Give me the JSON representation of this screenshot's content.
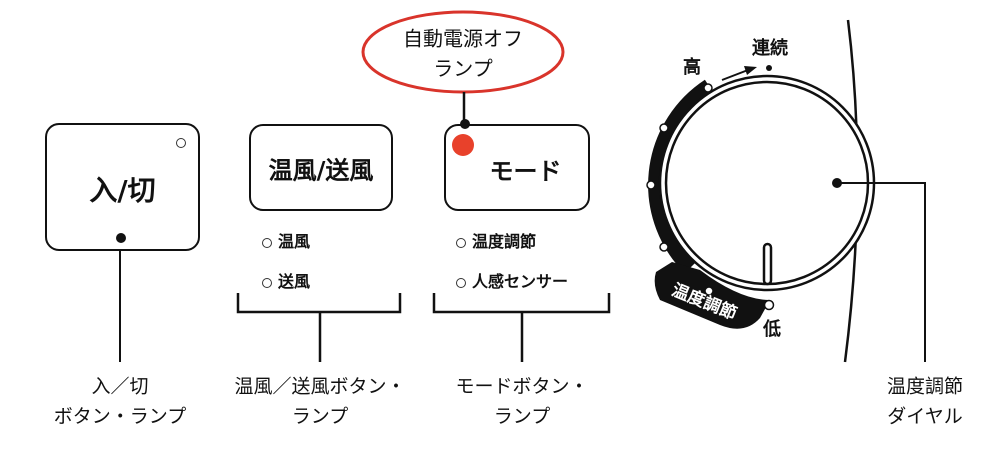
{
  "power": {
    "button_label": "入/切",
    "caption_line1": "入／切",
    "caption_line2": "ボタン・ランプ"
  },
  "airflow": {
    "button_label": "温風/送風",
    "options": [
      "温風",
      "送風"
    ],
    "caption_line1": "温風／送風ボタン・",
    "caption_line2": "ランプ"
  },
  "mode": {
    "button_label": "モード",
    "options": [
      "温度調節",
      "人感センサー"
    ],
    "caption_line1": "モードボタン・",
    "caption_line2": "ランプ",
    "callout_line1": "自動電源オフ",
    "callout_line2": "ランプ"
  },
  "dial": {
    "high": "高",
    "continuous": "連続",
    "low": "低",
    "band_label": "温度調節",
    "caption_line1": "温度調節",
    "caption_line2": "ダイヤル"
  },
  "colors": {
    "lamp": "#e8412b",
    "callout": "#d9342b"
  }
}
